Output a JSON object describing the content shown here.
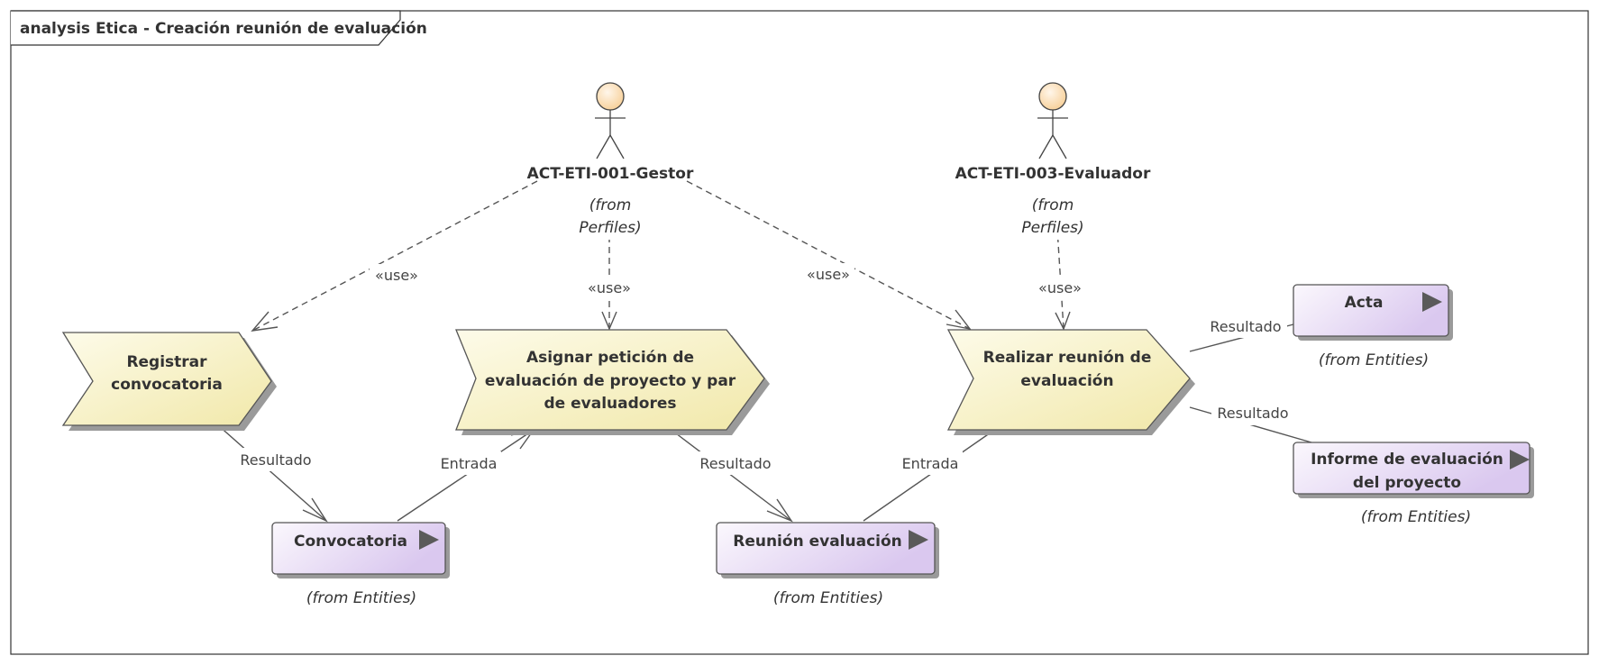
{
  "frame": {
    "title": "analysis Etica - Creación reunión de evaluación"
  },
  "actors": {
    "gestor": {
      "name": "ACT-ETI-001-Gestor",
      "from_line1": "(from",
      "from_line2": "Perfiles)"
    },
    "evaluador": {
      "name": "ACT-ETI-003-Evaluador",
      "from_line1": "(from",
      "from_line2": "Perfiles)"
    }
  },
  "processes": {
    "registrar": {
      "line1": "Registrar",
      "line2": "convocatoria"
    },
    "asignar": {
      "line1": "Asignar petición de",
      "line2": "evaluación de proyecto y par",
      "line3": "de evaluadores"
    },
    "realizar": {
      "line1": "Realizar reunión de",
      "line2": "evaluación"
    }
  },
  "entities": {
    "convocatoria": {
      "name": "Convocatoria",
      "from": "(from Entities)"
    },
    "reunion": {
      "name": "Reunión evaluación",
      "from": "(from Entities)"
    },
    "acta": {
      "name": "Acta",
      "from": "(from Entities)"
    },
    "informe": {
      "line1": "Informe de evaluación",
      "line2": "del proyecto",
      "from": "(from Entities)"
    }
  },
  "connectors": {
    "use1": "«use»",
    "use2": "«use»",
    "use3": "«use»",
    "use4": "«use»",
    "resultado1": "Resultado",
    "entrada1": "Entrada",
    "resultado2": "Resultado",
    "entrada2": "Entrada",
    "resultado3": "Resultado",
    "resultado4": "Resultado"
  },
  "colors": {
    "process_fill_start": "#fdfbe9",
    "process_fill_end": "#f1e8a9",
    "entity_fill_start": "#fbf8fd",
    "entity_fill_end": "#dac8ef",
    "actor_head": "#fbd9ad",
    "shadow": "#9a9a9a"
  }
}
